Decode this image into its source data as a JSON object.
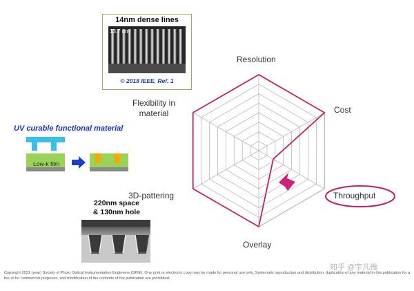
{
  "sem_top": {
    "title": "14nm dense lines",
    "dimension": "13.7 nm",
    "credit": "© 2018 IEEE, Ref. 1"
  },
  "uv": {
    "title": "UV curable functional material",
    "lowk_label": "Low-k film"
  },
  "sem_bottom": {
    "title_line1": "220nm space",
    "title_line2": "& 130nm hole"
  },
  "radar": {
    "axes": {
      "resolution": "Resolution",
      "cost": "Cost",
      "throughput": "Throughput",
      "overlay": "Overlay",
      "pattering_3d": "3D-pattering",
      "flexibility_line1": "Flexibility in",
      "flexibility_line2": "material"
    },
    "levels": 8,
    "values": [
      1.0,
      1.0,
      0.22,
      1.0,
      1.0,
      1.0
    ],
    "colors": {
      "series": "#c0206a",
      "highlight": "#c0206a",
      "grid": "#b8b8b8"
    }
  },
  "footer": {
    "copyright": "Copyright 2021 (year) Society of Photo Optical Instrumentation Engineers (SPIE). One print or electronic copy may be made for personal use only. Systematic reproduction and distribution, duplication of any material in this publication for a fee or for commercial purposes, and modification of the contents of the publication are prohibited.",
    "watermark": "知乎 @宇凡微"
  }
}
